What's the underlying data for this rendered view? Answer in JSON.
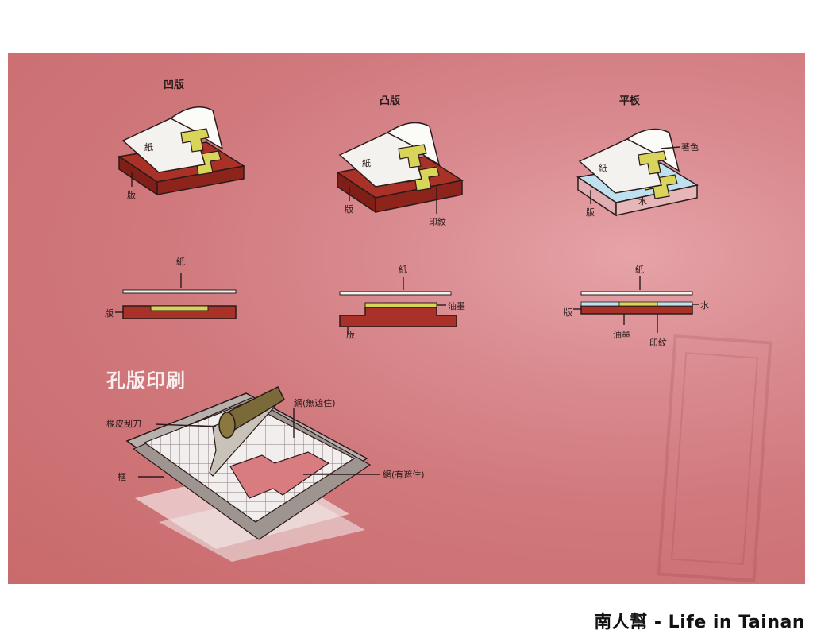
{
  "colors": {
    "board": "#d0787c",
    "plate": "#9b2a22",
    "ink": "#d9d45a",
    "paper": "#f4f2ee",
    "water": "#bfe0ee"
  },
  "intaglio": {
    "title": "凹版",
    "paper": "紙",
    "plate": "版"
  },
  "relief": {
    "title": "凸版",
    "paper": "紙",
    "plate": "版",
    "pattern": "印紋"
  },
  "planographic": {
    "title": "平板",
    "paper": "紙",
    "plate": "版",
    "water": "水",
    "ink_color": "著色"
  },
  "section_intaglio": {
    "paper": "紙",
    "plate": "版"
  },
  "section_relief": {
    "paper": "紙",
    "ink": "油墨",
    "plate": "版"
  },
  "section_planographic": {
    "paper": "紙",
    "plate": "版",
    "water": "水",
    "ink": "油墨",
    "pattern": "印紋"
  },
  "screen": {
    "title": "孔版印刷",
    "squeegee": "橡皮刮刀",
    "frame": "框",
    "mesh_open": "網(無遮住)",
    "mesh_covered": "網(有遮住)"
  },
  "caption": "南人幫 - Life in Tainan"
}
